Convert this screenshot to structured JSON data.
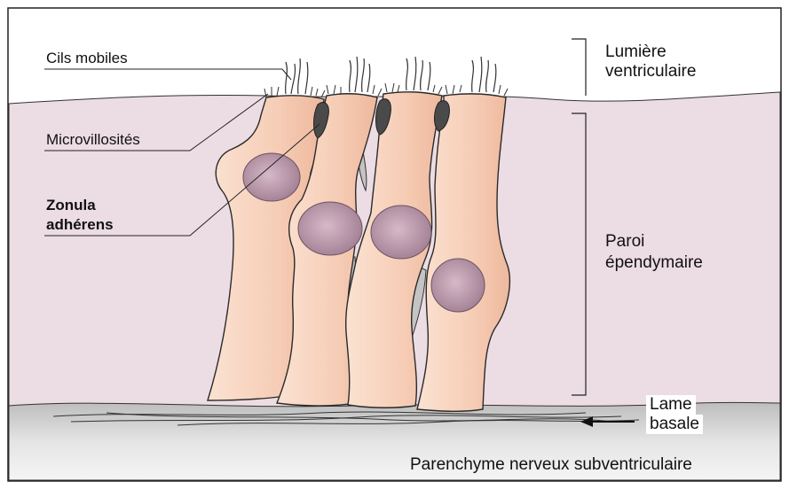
{
  "labels": {
    "cils_mobiles": "Cils mobiles",
    "microvillosites": "Microvillosités",
    "zonula_line1": "Zonula",
    "zonula_line2": "adhérens",
    "lumiere_line1": "Lumière",
    "lumiere_line2": "ventriculaire",
    "paroi_line1": "Paroi",
    "paroi_line2": "épendymaire",
    "lame_line1": "Lame",
    "lame_line2": "basale",
    "parenchyme": "Parenchyme nerveux subventriculaire"
  },
  "colors": {
    "wall": "#ecdce3",
    "cell": "#f6cdb6",
    "cell_edge": "#2a2a2a",
    "nucleus": "#b893a8",
    "junction": "#4a4a4a",
    "interstitial": "#c4c4c4",
    "basal_layer": "#d9d9d9"
  }
}
